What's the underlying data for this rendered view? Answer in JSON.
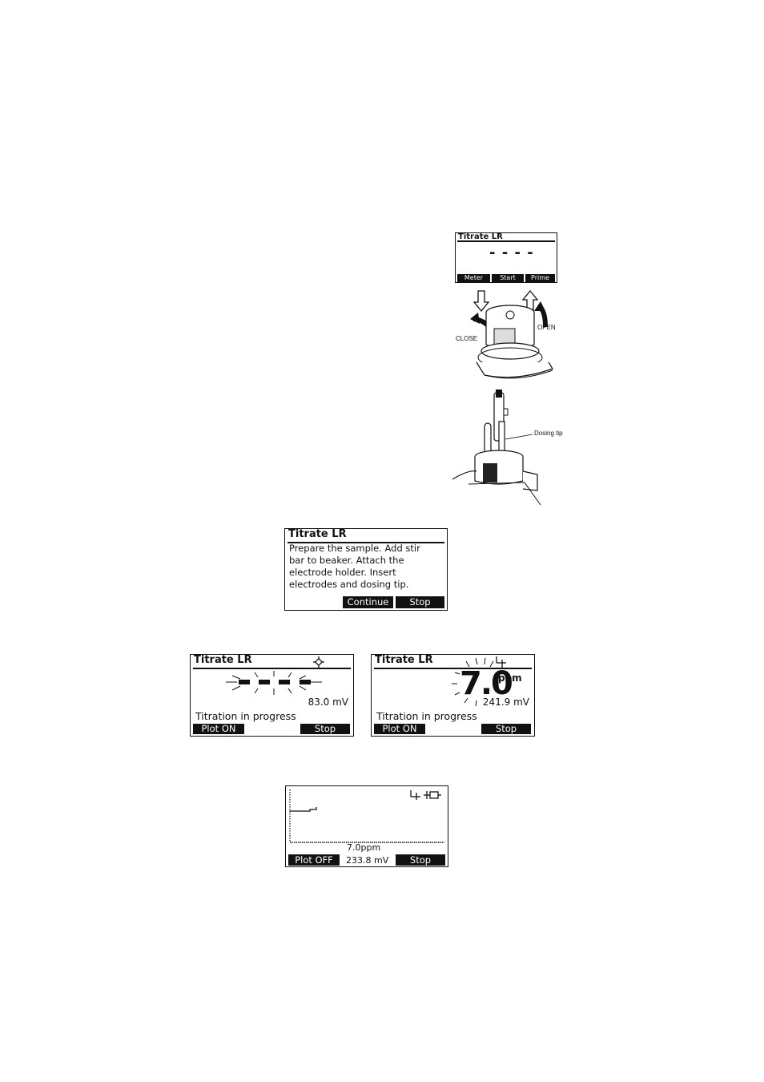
{
  "screen_meter": {
    "title": "Titrate LR",
    "value": "- - - -",
    "keys": [
      "Meter",
      "Start",
      "Prime"
    ]
  },
  "burette_figure": {
    "close_label": "CLOSE",
    "open_label": "OPEN"
  },
  "electrode_figure": {
    "dosing_tip_label": "Dosing tip"
  },
  "screen_prepare": {
    "title": "Titrate LR",
    "lines": [
      "Prepare the sample. Add stir",
      "bar to beaker. Attach the",
      "electrode holder. Insert",
      "electrodes and dosing tip."
    ],
    "keys": [
      "Continue",
      "Stop"
    ]
  },
  "screen_progress_a": {
    "title": "Titrate LR",
    "mv": "83.0 mV",
    "status": "Titration in progress",
    "keys": [
      "Plot ON",
      "Stop"
    ]
  },
  "screen_progress_b": {
    "title": "Titrate LR",
    "value": "7.0",
    "unit": "ppm",
    "mv": "241.9 mV",
    "status": "Titration in progress",
    "keys": [
      "Plot ON",
      "Stop"
    ]
  },
  "screen_plot": {
    "ppm": "7.0ppm",
    "mv": "233.8 mV",
    "keys": [
      "Plot OFF",
      "Stop"
    ]
  }
}
